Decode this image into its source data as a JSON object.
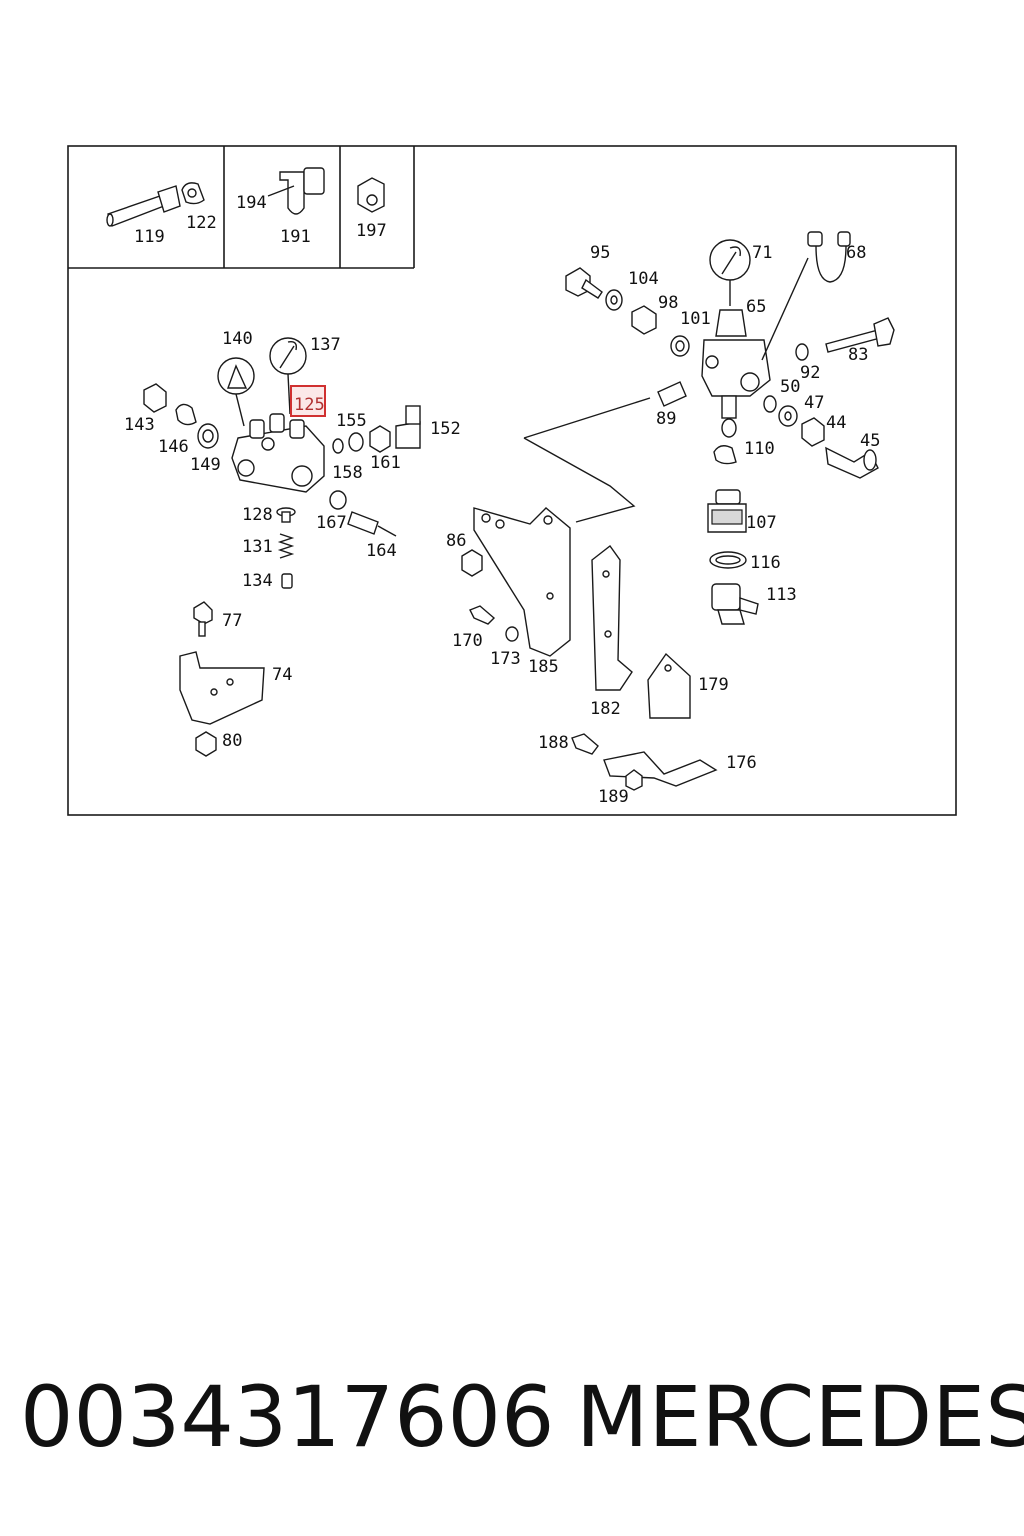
{
  "diagram": {
    "labels": [
      {
        "id": "119",
        "text": "119"
      },
      {
        "id": "122",
        "text": "122"
      },
      {
        "id": "194",
        "text": "194"
      },
      {
        "id": "191",
        "text": "191"
      },
      {
        "id": "197",
        "text": "197"
      },
      {
        "id": "95",
        "text": "95"
      },
      {
        "id": "104",
        "text": "104"
      },
      {
        "id": "98",
        "text": "98"
      },
      {
        "id": "101",
        "text": "101"
      },
      {
        "id": "71",
        "text": "71"
      },
      {
        "id": "65",
        "text": "65"
      },
      {
        "id": "68",
        "text": "68"
      },
      {
        "id": "83",
        "text": "83"
      },
      {
        "id": "92",
        "text": "92"
      },
      {
        "id": "50",
        "text": "50"
      },
      {
        "id": "47",
        "text": "47"
      },
      {
        "id": "44",
        "text": "44"
      },
      {
        "id": "45",
        "text": "45"
      },
      {
        "id": "89",
        "text": "89"
      },
      {
        "id": "110",
        "text": "110"
      },
      {
        "id": "107",
        "text": "107"
      },
      {
        "id": "116",
        "text": "116"
      },
      {
        "id": "113",
        "text": "113"
      },
      {
        "id": "140",
        "text": "140"
      },
      {
        "id": "137",
        "text": "137"
      },
      {
        "id": "125",
        "text": "125"
      },
      {
        "id": "143",
        "text": "143"
      },
      {
        "id": "146",
        "text": "146"
      },
      {
        "id": "149",
        "text": "149"
      },
      {
        "id": "155",
        "text": "155"
      },
      {
        "id": "152",
        "text": "152"
      },
      {
        "id": "158",
        "text": "158"
      },
      {
        "id": "161",
        "text": "161"
      },
      {
        "id": "128",
        "text": "128"
      },
      {
        "id": "167",
        "text": "167"
      },
      {
        "id": "131",
        "text": "131"
      },
      {
        "id": "164",
        "text": "164"
      },
      {
        "id": "134",
        "text": "134"
      },
      {
        "id": "86",
        "text": "86"
      },
      {
        "id": "77",
        "text": "77"
      },
      {
        "id": "170",
        "text": "170"
      },
      {
        "id": "173",
        "text": "173"
      },
      {
        "id": "185",
        "text": "185"
      },
      {
        "id": "74",
        "text": "74"
      },
      {
        "id": "182",
        "text": "182"
      },
      {
        "id": "179",
        "text": "179"
      },
      {
        "id": "80",
        "text": "80"
      },
      {
        "id": "188",
        "text": "188"
      },
      {
        "id": "176",
        "text": "176"
      },
      {
        "id": "189",
        "text": "189"
      }
    ],
    "highlighted_label": "125",
    "highlight_color": "#d03030"
  },
  "caption": {
    "part_number": "0034317606",
    "brand": "MERCEDES"
  }
}
